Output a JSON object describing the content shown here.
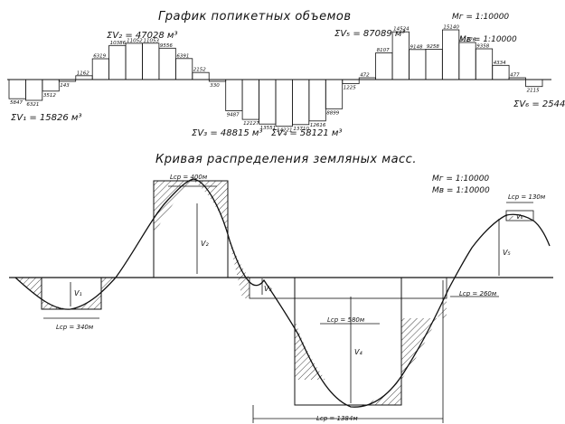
{
  "top": {
    "title": "График попикетных объемов",
    "scale_h": "Мг = 1:10000",
    "scale_v": "Мв = 1:10000",
    "sums": {
      "v1": "ΣV₁ = 15826 м³",
      "v2": "ΣV₂ = 47028 м³",
      "v3": "ΣV₃ = 48815 м³",
      "v4": "ΣV₄ = 58121 м³",
      "v5": "ΣV₅ = 87089 м³",
      "v6": "ΣV₆ = 2544 м³"
    },
    "bars": [
      {
        "label": "5847",
        "value": -5847
      },
      {
        "label": "6321",
        "value": -6321
      },
      {
        "label": "3512",
        "value": -3512
      },
      {
        "label": "143",
        "value": -143
      },
      {
        "label": "1162",
        "value": 1162
      },
      {
        "label": "6319",
        "value": 6319
      },
      {
        "label": "10386",
        "value": 10386
      },
      {
        "label": "11052",
        "value": 11052
      },
      {
        "label": "11053",
        "value": 11053
      },
      {
        "label": "9556",
        "value": 9556
      },
      {
        "label": "6391",
        "value": 6391
      },
      {
        "label": "2152",
        "value": 2152
      },
      {
        "label": "330",
        "value": -330
      },
      {
        "label": "9487",
        "value": -9487
      },
      {
        "label": "12127",
        "value": -12127
      },
      {
        "label": "13551",
        "value": -13551
      },
      {
        "label": "14221",
        "value": -14221
      },
      {
        "label": "13710",
        "value": -13710
      },
      {
        "label": "12616",
        "value": -12616
      },
      {
        "label": "8899",
        "value": -8899
      },
      {
        "label": "1225",
        "value": -1225
      },
      {
        "label": "472",
        "value": 472
      },
      {
        "label": "8107",
        "value": 8107
      },
      {
        "label": "14524",
        "value": 14524
      },
      {
        "label": "9148",
        "value": 9148
      },
      {
        "label": "9258",
        "value": 9258
      },
      {
        "label": "15140",
        "value": 15140
      },
      {
        "label": "11276",
        "value": 11276
      },
      {
        "label": "9358",
        "value": 9358
      },
      {
        "label": "4334",
        "value": 4334
      },
      {
        "label": "477",
        "value": 477
      },
      {
        "label": "2115",
        "value": -2115
      }
    ]
  },
  "bottom": {
    "title": "Кривая распределения земляных масс.",
    "scale_h": "Мг = 1:10000",
    "scale_v": "Мв = 1:10000",
    "lcp_labels": {
      "l1": "Lср = 340м",
      "l2": "Lср = 400м",
      "l3": "Lср = 580м",
      "l4": "Lср = 1384м",
      "l5": "Lср = 260м",
      "l6": "Lср = 130м"
    },
    "v_labels": {
      "v1": "V₁",
      "v2": "V₂",
      "v3": "V₃",
      "v4": "V₄",
      "v5": "V₅",
      "v6": "V₆"
    }
  }
}
